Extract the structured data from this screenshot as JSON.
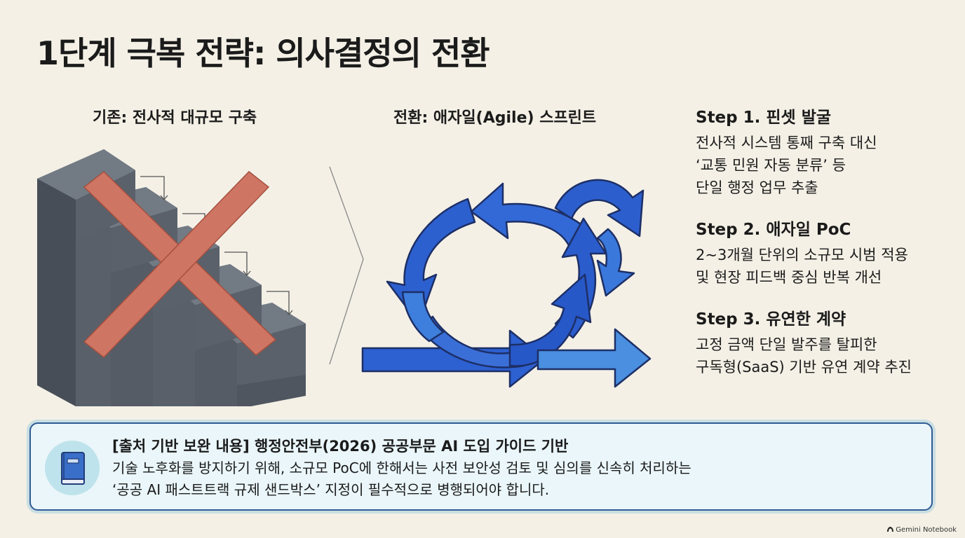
{
  "title": "1단계 극복 전략: 의사결정의 전환",
  "columns": {
    "old_heading": "기존: 전사적 대규모 구축",
    "new_heading": "전환: 애자일(Agile) 스프린트"
  },
  "steps": [
    {
      "title": "Step 1. 핀셋 발굴",
      "lines": [
        "전사적 시스템 통째 구축 대신",
        "‘교통 민원 자동 분류’ 등",
        "단일 행정 업무 추출"
      ]
    },
    {
      "title": "Step 2. 애자일 PoC",
      "lines": [
        "2~3개월 단위의 소규모 시범 적용",
        "및 현장 피드백 중심 반복 개선"
      ]
    },
    {
      "title": "Step 3. 유연한 계약",
      "lines": [
        "고정 금액 단일 발주를 탈피한",
        "구독형(SaaS) 기반 유연 계약 추진"
      ]
    }
  ],
  "note": {
    "icon": "book-icon",
    "title": "[출처 기반 보완 내용] 행정안전부(2026) 공공부문 AI 도입 가이드 기반",
    "line1": "기술 노후화를 방지하기 위해, 소규모 PoC에 한해서는 사전 보안성 검토 및 심의를 신속히 처리하는",
    "line2": "‘공공 AI 패스트트랙 규제 샌드박스’ 지정이 필수적으로 병행되어야 합니다."
  },
  "watermark": "Gemini Notebook",
  "colors": {
    "background": "#f4f0e6",
    "stairs": "#5f6670",
    "cross": "#cf7563",
    "arrow_blue": "#2f62d0",
    "note_border": "#2f5b96"
  }
}
